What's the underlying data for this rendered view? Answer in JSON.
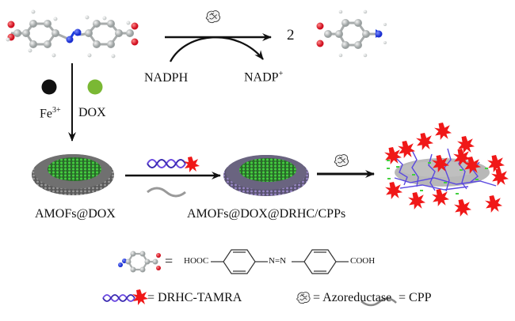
{
  "reaction": {
    "coefficient": "2",
    "reductant": "NADPH",
    "oxidized": "NADP",
    "oxidized_sup": "+",
    "enzyme_icon": "azoreductase-icon"
  },
  "synthesis": {
    "metal": "Fe",
    "metal_sup": "3+",
    "drug": "DOX",
    "metal_color": "#111111",
    "drug_color": "#7ab834"
  },
  "products": {
    "first": "AMOFs@DOX",
    "second": "AMOFs@DOX@DRHC/CPPs"
  },
  "formula": {
    "left_group": "HOOC",
    "azo": "N=N",
    "right_group": "COOH",
    "equals": "="
  },
  "legend": {
    "items": [
      {
        "icon": "dna-tamra-icon",
        "label": "= DRHC-TAMRA"
      },
      {
        "icon": "azoreductase-icon",
        "label": "= Azoreductase"
      },
      {
        "icon": "cpp-wave-icon",
        "label": "= CPP"
      }
    ]
  },
  "colors": {
    "oxygen": "#e0202a",
    "nitrogen": "#1a3ce0",
    "carbon": "#b8bcbc",
    "dna": "#6a48e0",
    "tamra": "#f01818",
    "dox": "#3cc030",
    "mof_gray": "#6b6b6b"
  }
}
